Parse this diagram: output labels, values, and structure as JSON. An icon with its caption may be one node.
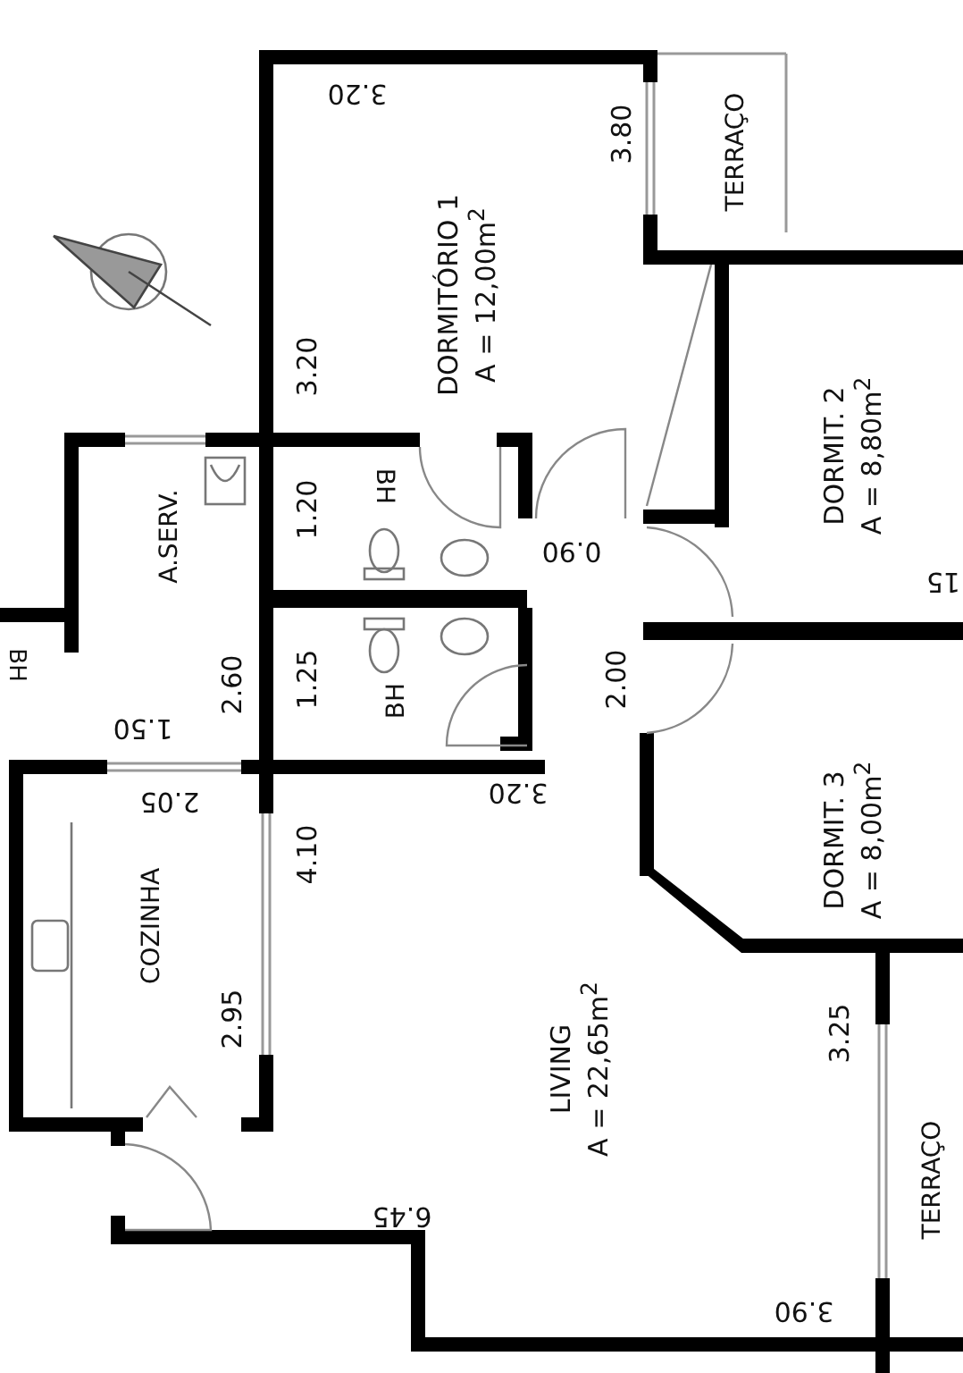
{
  "diagram": {
    "nodes": [
      {
        "text": [
          "DORMITÓRIO 1",
          "A = 12,00m$^{2}$"
        ]
      },
      {
        "text": [
          "TERRAÇO"
        ]
      },
      {
        "text": [
          "DORMIT. 2",
          "A = 8,80m$^{2}$"
        ]
      },
      {
        "text": [
          "BH"
        ]
      },
      {
        "text": [
          "A.SERV."
        ]
      },
      {
        "text": [
          "BH"
        ]
      },
      {
        "text": [
          "BH"
        ]
      },
      {
        "text": [
          "DORMIT. 3",
          "A = 8,00m$^{2}$"
        ]
      },
      {
        "text": [
          "COZINHA"
        ]
      },
      {
        "text": [
          "LIVING",
          "A = 22,65m$^{2}$"
        ]
      },
      {
        "text": [
          "TERRAÇO"
        ]
      }
    ],
    "labels": [
      "3.20",
      "3.80",
      "3.20",
      "1.20",
      "0.90",
      "15",
      "1.25",
      "2.60",
      "2.00",
      "1.50",
      "2.05",
      "3.20",
      "4.10",
      "2.95",
      "3.25",
      "6.45",
      "3.90"
    ]
  }
}
